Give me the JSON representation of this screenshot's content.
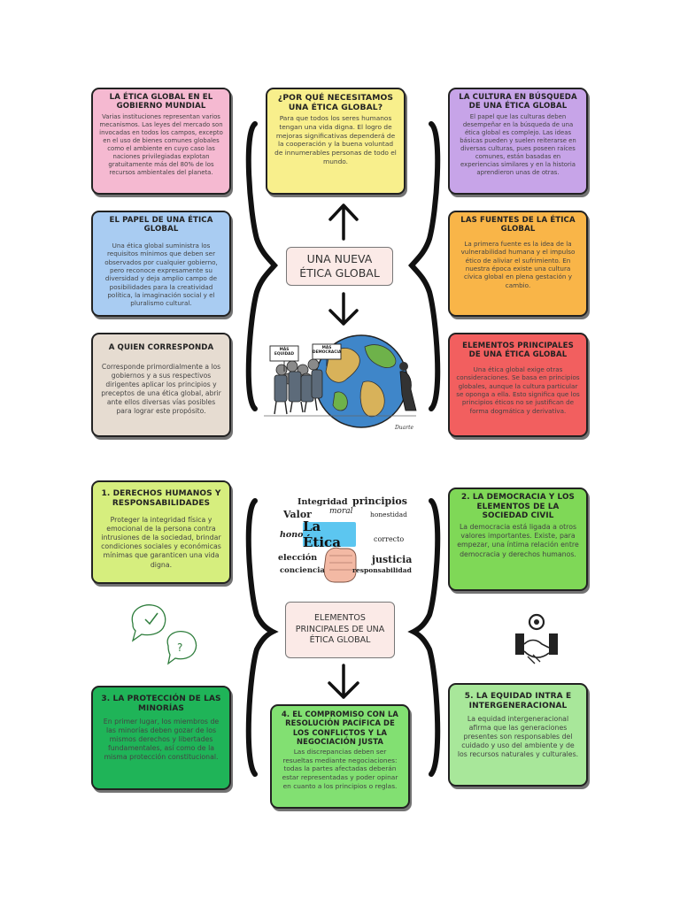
{
  "top": {
    "center_title": "UNA NUEVA ÉTICA GLOBAL",
    "boxes": [
      {
        "title": "LA ÉTICA GLOBAL EN EL GOBIERNO MUNDIAL",
        "text": "Varias instituciones representan varios mecanismos. Las leyes del mercado son invocadas en todos los campos, excepto en el uso de bienes comunes globales como el ambiente en cuyo caso las naciones privilegiadas explotan gratuitamente más del 80% de los recursos ambientales del planeta.",
        "color": "#f5b9d1"
      },
      {
        "title": "¿POR QUÉ NECESITAMOS UNA ÉTICA GLOBAL?",
        "text": "Para que todos los seres humanos tengan una vida digna. El logro de mejoras significativas dependerá de la cooperación y la buena voluntad de innumerables personas de todo el mundo.",
        "color": "#f8ef8c"
      },
      {
        "title": "LA CULTURA EN BÚSQUEDA DE UNA ÉTICA GLOBAL",
        "text": "El papel que las culturas deben desempeñar en la búsqueda de una ética global es complejo. Las ideas básicas pueden y suelen reiterarse en diversas culturas, pues poseen raíces comunes, están basadas en experiencias similares y en la historia aprendieron unas de otras.",
        "color": "#c7a4e8"
      },
      {
        "title": "EL PAPEL DE UNA ÉTICA GLOBAL",
        "text": "Una ética global suministra los requisitos mínimos que deben ser observados por cualquier gobierno, pero reconoce expresamente su diversidad y deja amplio campo de posibilidades para la creatividad política, la imaginación social y el pluralismo cultural.",
        "color": "#a9ccf2"
      },
      {
        "title": "LAS FUENTES DE LA ÉTICA GLOBAL",
        "text": "La primera fuente es la idea de la vulnerabilidad humana y el impulso ético de aliviar el sufrimiento. En nuestra época existe una cultura cívica global en plena gestación y cambio.",
        "color": "#f9b548"
      },
      {
        "title": "A QUIEN CORRESPONDA",
        "text": "Corresponde primordialmente a los gobiernos y a sus respectivos dirigentes aplicar los principios y preceptos de una ética global, abrir ante ellos diversas vías posibles para lograr este propósito.",
        "color": "#e6dcd1"
      },
      {
        "title": "ELEMENTOS PRINCIPALES DE UNA ÉTICA GLOBAL",
        "text": "Una ética global exige otras consideraciones. Se basa en principios globales, aunque la cultura particular se oponga a ella. Esto significa que los principios éticos no se justifican de forma dogmática y derivativa.",
        "color": "#f25f5f"
      }
    ],
    "cartoon_signs": [
      "MÁS EQUIDAD",
      "MÁS DEMOCRACIA"
    ],
    "cartoon_signature": "Duarte"
  },
  "bottom": {
    "center_title": "ELEMENTOS PRINCIPALES DE UNA ÉTICA GLOBAL",
    "boxes": [
      {
        "title": "1. DERECHOS HUMANOS Y RESPONSABILIDADES",
        "text": "Proteger la integridad física y emocional de la persona contra intrusiones de la sociedad, brindar condiciones sociales y económicas mínimas que garanticen una vida digna.",
        "color": "#d6ee7e"
      },
      {
        "title": "2. LA DEMOCRACIA Y LOS ELEMENTOS DE LA SOCIEDAD CIVIL",
        "text": "La democracia está ligada a otros valores importantes. Existe, para empezar, una íntima relación entre democracia y derechos humanos.",
        "color": "#7fd857"
      },
      {
        "title": "3. LA PROTECCIÓN DE LAS MINORÍAS",
        "text": "En primer lugar, los miembros de las minorías deben gozar de los mismos derechos y libertades fundamentales, así como de la misma protección constitucional.",
        "color": "#1fb458"
      },
      {
        "title": "4. EL COMPROMISO CON LA RESOLUCIÓN PACÍFICA DE LOS CONFLICTOS Y LA NEGOCIACIÓN JUSTA",
        "text": "Las discrepancias deben ser resueltas mediante negociaciones: todas la partes afectadas deberán estar representadas y poder opinar en cuanto a los principios o reglas.",
        "color": "#82e072"
      },
      {
        "title": "5. LA EQUIDAD INTRA E INTERGENERACIONAL",
        "text": "La equidad intergeneracional afirma que las generaciones presentes son responsables del cuidado y uso del ambiente y de los recursos naturales y culturales.",
        "color": "#a8e79a"
      }
    ],
    "word_cloud": {
      "center": "La Ética",
      "words": [
        "Integridad",
        "principios",
        "Valor",
        "moral",
        "honestidad",
        "honor",
        "correcto",
        "elección",
        "justicia",
        "conciencia",
        "responsabilidad"
      ]
    }
  },
  "colors": {
    "frame": "#222222",
    "center_bg": "#fbeae7",
    "ethics_label_bg": "#5cc6f0"
  }
}
